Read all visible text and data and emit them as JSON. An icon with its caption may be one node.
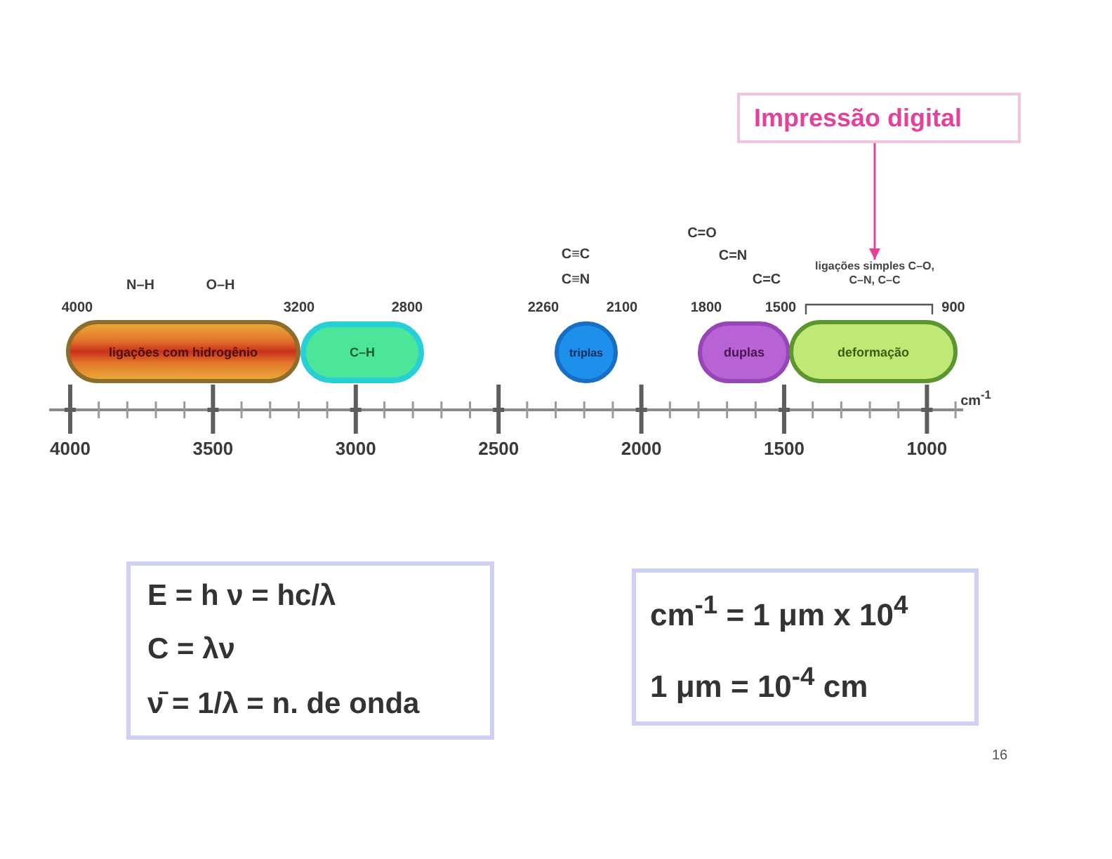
{
  "diagram": {
    "nodes": [
      {
        "text": [
          "Impressão digital"
        ]
      },
      {
        "text": [
          "ligações simples C–O, C–N, C–C"
        ]
      },
      {
        "text": [
          "ligações com hidrogênio"
        ],
        "beside": [
          "N–H",
          "O–H",
          "4000",
          "3200"
        ]
      },
      {
        "text": [
          "C–H"
        ],
        "beside": [
          "2800"
        ]
      },
      {
        "text": [
          "triplas"
        ],
        "beside": [
          "C≡C",
          "C≡N",
          "2260",
          "2100"
        ]
      },
      {
        "text": [
          "duplas"
        ],
        "beside": [
          "C=O",
          "C=N",
          "C=C",
          "1800",
          "1500"
        ]
      },
      {
        "text": [
          "deformação"
        ],
        "beside": [
          "900"
        ]
      },
      {
        "text": [
          "E = h ν = hc/λ",
          "C = λν",
          "ν̄ = 1/λ = n. de onda"
        ]
      },
      {
        "text": [
          "cm$^{-1}$ = 1 μm x 10$^{4}$",
          "1 μm = 10$^{-4}$ cm"
        ]
      }
    ],
    "edges": [
      {
        "from": 0,
        "to": 1,
        "arrow": "to"
      }
    ],
    "labels": [
      "cm$^{-1}$",
      "4000",
      "3500",
      "3000",
      "2500",
      "2000",
      "1500",
      "1000",
      "16"
    ]
  }
}
